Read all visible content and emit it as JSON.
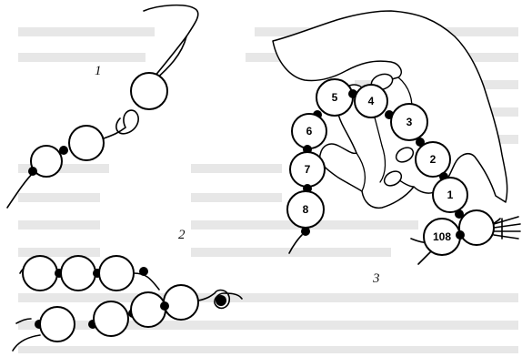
{
  "figure_labels": {
    "fig1": "1",
    "fig2": "2",
    "fig3": "3"
  },
  "bead_labels": {
    "b5": "5",
    "b4": "4",
    "b3": "3",
    "b2": "2",
    "b1": "1",
    "b6": "6",
    "b7": "7",
    "b8": "8",
    "b108": "108"
  },
  "colors": {
    "ink": "#000000",
    "paper": "#ffffff",
    "bleed_through_text": "#c9c9c9"
  }
}
